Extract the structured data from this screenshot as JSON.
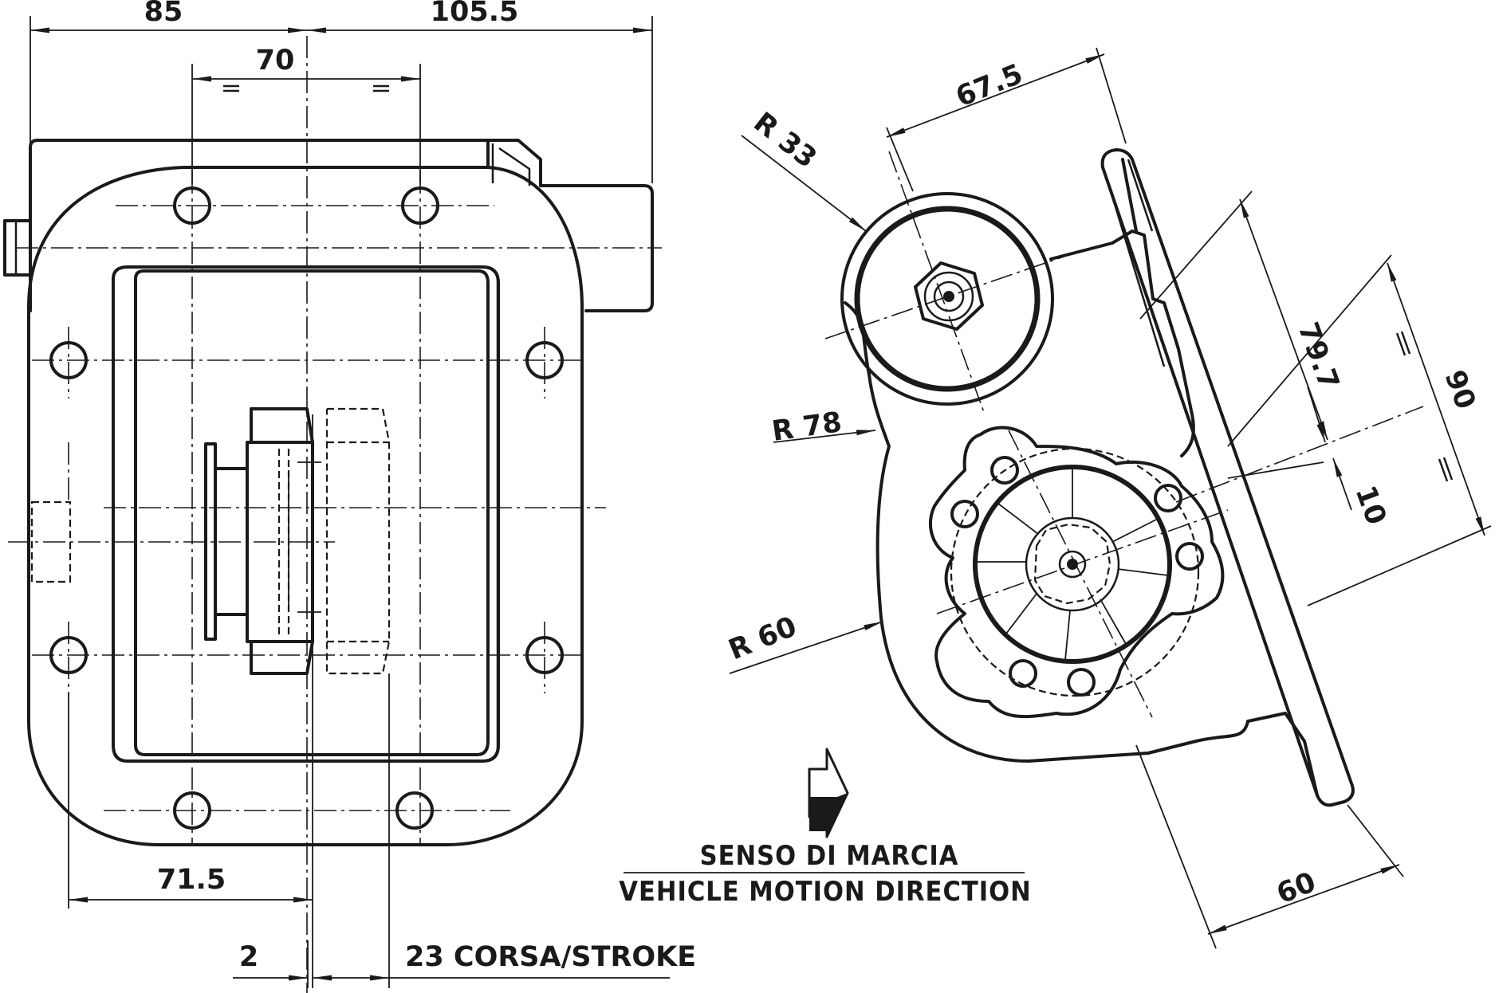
{
  "front_view": {
    "dims": {
      "width_left": "85",
      "width_right": "105.5",
      "hole_spacing": "70",
      "hole_offset": "71.5",
      "offset_small": "2",
      "stroke": "23 CORSA/STROKE"
    }
  },
  "side_view": {
    "dims": {
      "center_distance": "67.5",
      "radius_small": "R 33",
      "radius_large": "R 78",
      "radius_flange": "R 60",
      "height_upper": "79.7",
      "height_total": "90",
      "offset": "10",
      "flange_width": "60"
    }
  },
  "direction_note": {
    "line1": "SENSO DI MARCIA",
    "line2": "VEHICLE MOTION DIRECTION"
  }
}
